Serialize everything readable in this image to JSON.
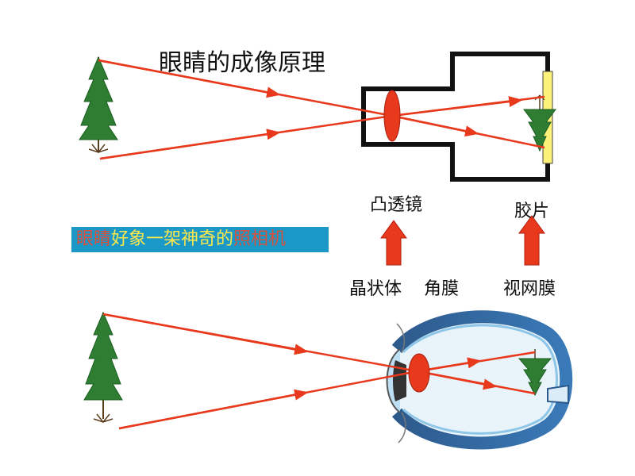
{
  "title": "眼睛的成像原理",
  "camera_labels": {
    "lens": "凸透镜",
    "film": "胶片"
  },
  "eye_labels": {
    "lens_body": "晶状体",
    "cornea": "角膜",
    "retina": "视网膜"
  },
  "banner": {
    "part1": "眼睛",
    "part2": "好象一架神奇的",
    "part3": "照相机"
  },
  "colors": {
    "ray": "#e8391d",
    "lens_fill": "#e8391d",
    "film": "#fff27a",
    "banner_bg": "#1a98c8",
    "arrow": "#e8391d",
    "tree": "#2e7d32"
  }
}
